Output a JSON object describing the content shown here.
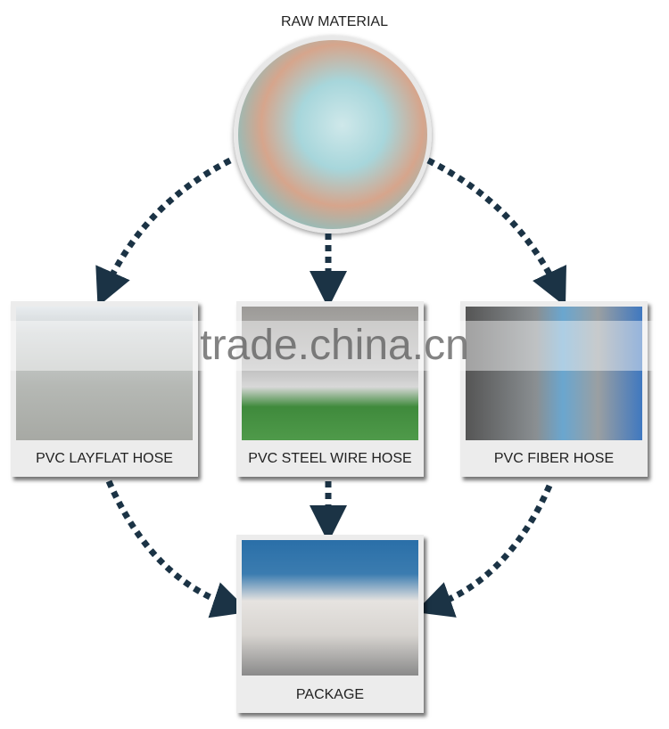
{
  "title": "RAW MATERIAL",
  "cards": [
    {
      "label": "PVC LAYFLAT HOSE"
    },
    {
      "label": "PVC STEEL WIRE HOSE"
    },
    {
      "label": "PVC FIBER HOSE"
    },
    {
      "label": "PACKAGE"
    }
  ],
  "watermark": "trade.china.cn",
  "colors": {
    "arrow": "#1b3345"
  }
}
